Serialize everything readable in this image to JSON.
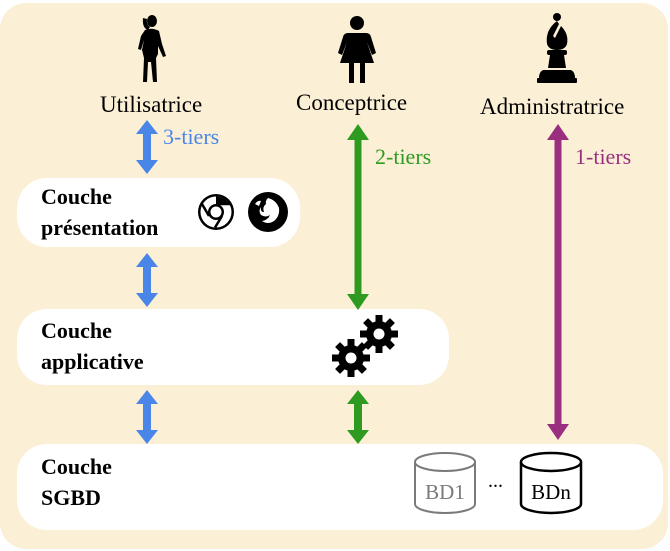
{
  "roles": {
    "user": "Utilisatrice",
    "designer": "Conceptrice",
    "admin": "Administratrice"
  },
  "tiers": {
    "three": "3-tiers",
    "two": "2-tiers",
    "one": "1-tiers"
  },
  "layers": {
    "presentation": {
      "line1": "Couche",
      "line2": "présentation"
    },
    "application": {
      "line1": "Couche",
      "line2": "applicative"
    },
    "dbms": {
      "line1": "Couche",
      "line2": "SGBD"
    }
  },
  "databases": {
    "first": "BD1",
    "ellipsis": "...",
    "last": "BDn"
  },
  "icons": {
    "user": "woman-silhouette-icon",
    "designer": "woman-pictogram-icon",
    "admin": "chess-bishop-icon",
    "browser1": "chrome-icon",
    "browser2": "firefox-icon",
    "app": "gears-icon",
    "db": "database-cylinder-icon"
  },
  "colors": {
    "background": "#fbf0d6",
    "three_tiers": "#4a86e8",
    "two_tiers": "#2e9a1f",
    "one_tiers": "#9b2f7f",
    "db_faded": "#7a7a7a"
  }
}
